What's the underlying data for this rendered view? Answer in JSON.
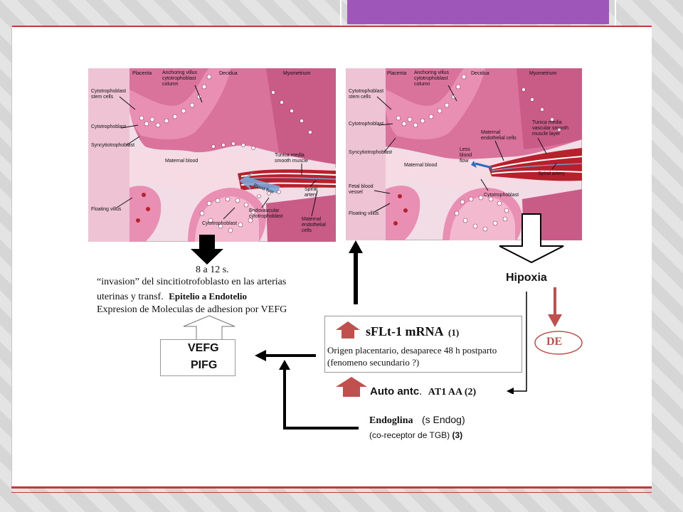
{
  "left_panel": {
    "labels": {
      "placenta": "Placenta",
      "anchoring_villus": "Anchoring villus",
      "cytotrophoblast_column": "cytotrophoblast",
      "column": "column",
      "decidua": "Decidua",
      "myometrium": "Myometrium",
      "stem_1": "Cytotrophoblast",
      "stem_2": "stem cells",
      "cytotrophoblast": "Cytotrophoblast",
      "syncytiotrophoblast": "Syncytiotrophoblast",
      "maternal_blood": "Maternal blood",
      "tunica_1": "Tunica media",
      "tunica_2": "smooth muscle",
      "blood_flow": "Blood flow",
      "spiral_1": "Spiral",
      "spiral_2": "artery",
      "floating_villus": "Floating villus",
      "cytotrophoblast_bottom": "Cytotrophoblast",
      "endovascular_1": "Endovascular",
      "endovascular_2": "cytotrophoblast",
      "maternal_endo_1": "Maternal",
      "maternal_endo_2": "endothelial",
      "maternal_endo_3": "cells"
    }
  },
  "right_panel": {
    "labels": {
      "placenta": "Placenta",
      "anchoring_villus": "Anchoring villus",
      "cytotrophoblast_column": "cytotrophoblast",
      "column": "column",
      "decidua": "Decidua",
      "myometrium": "Myometrium",
      "stem_1": "Cytotrophoblast",
      "stem_2": "stem cells",
      "cytotrophoblast": "Cytotrophoblast",
      "syncytiotrophoblast": "Syncytiotrophoblast",
      "maternal_blood": "Maternal blood",
      "maternal_endo_1": "Maternal",
      "maternal_endo_2": "endothelial cells",
      "tunica_1": "Tunica media",
      "tunica_2": "vascular smooth",
      "tunica_3": "muscle layer",
      "less_1": "Less",
      "less_2": "blood",
      "less_3": "flow",
      "spiral_artery": "Spiral artery",
      "fetal_1": "Fetal blood",
      "fetal_2": "vessel",
      "floating_villus": "Floating villus",
      "cytotrophoblast_bottom": "Cytotrophoblast"
    }
  },
  "text": {
    "time": "8 a 12 s.",
    "invasion_line1": "“invasion” del sincitiotrofoblasto en las arterias",
    "invasion_line2a": "uterinas y  transf.",
    "invasion_line2b": "Epitelio a Endotelio",
    "invasion_line3": "Expresion de Moleculas de adhesion por VEFG",
    "vefg": "VEFG",
    "pifg": "PIFG",
    "sflt": "sFLt-1 mRNA",
    "sflt_ref": "(1)",
    "origen_line1": "Origen placentario, desaparece 48 h postparto",
    "origen_line2": "(fenomeno secundario ?)",
    "auto": "Auto antc",
    "auto_dot": ".",
    "at1": "AT1 AA (2)",
    "endoglina": "Endoglina",
    "s_endog": "(s Endog)",
    "co_receptor": "(co-receptor de TGB)",
    "co_ref": "(3)",
    "hipoxia": "Hipoxia",
    "de": "DE"
  },
  "colors": {
    "accent_red": "#c0504d",
    "purple": "#9e56b8",
    "tissue_pink": "#d9739c",
    "artery_red": "#b8202c",
    "blood_flow_blue": "#7aa6d8"
  }
}
